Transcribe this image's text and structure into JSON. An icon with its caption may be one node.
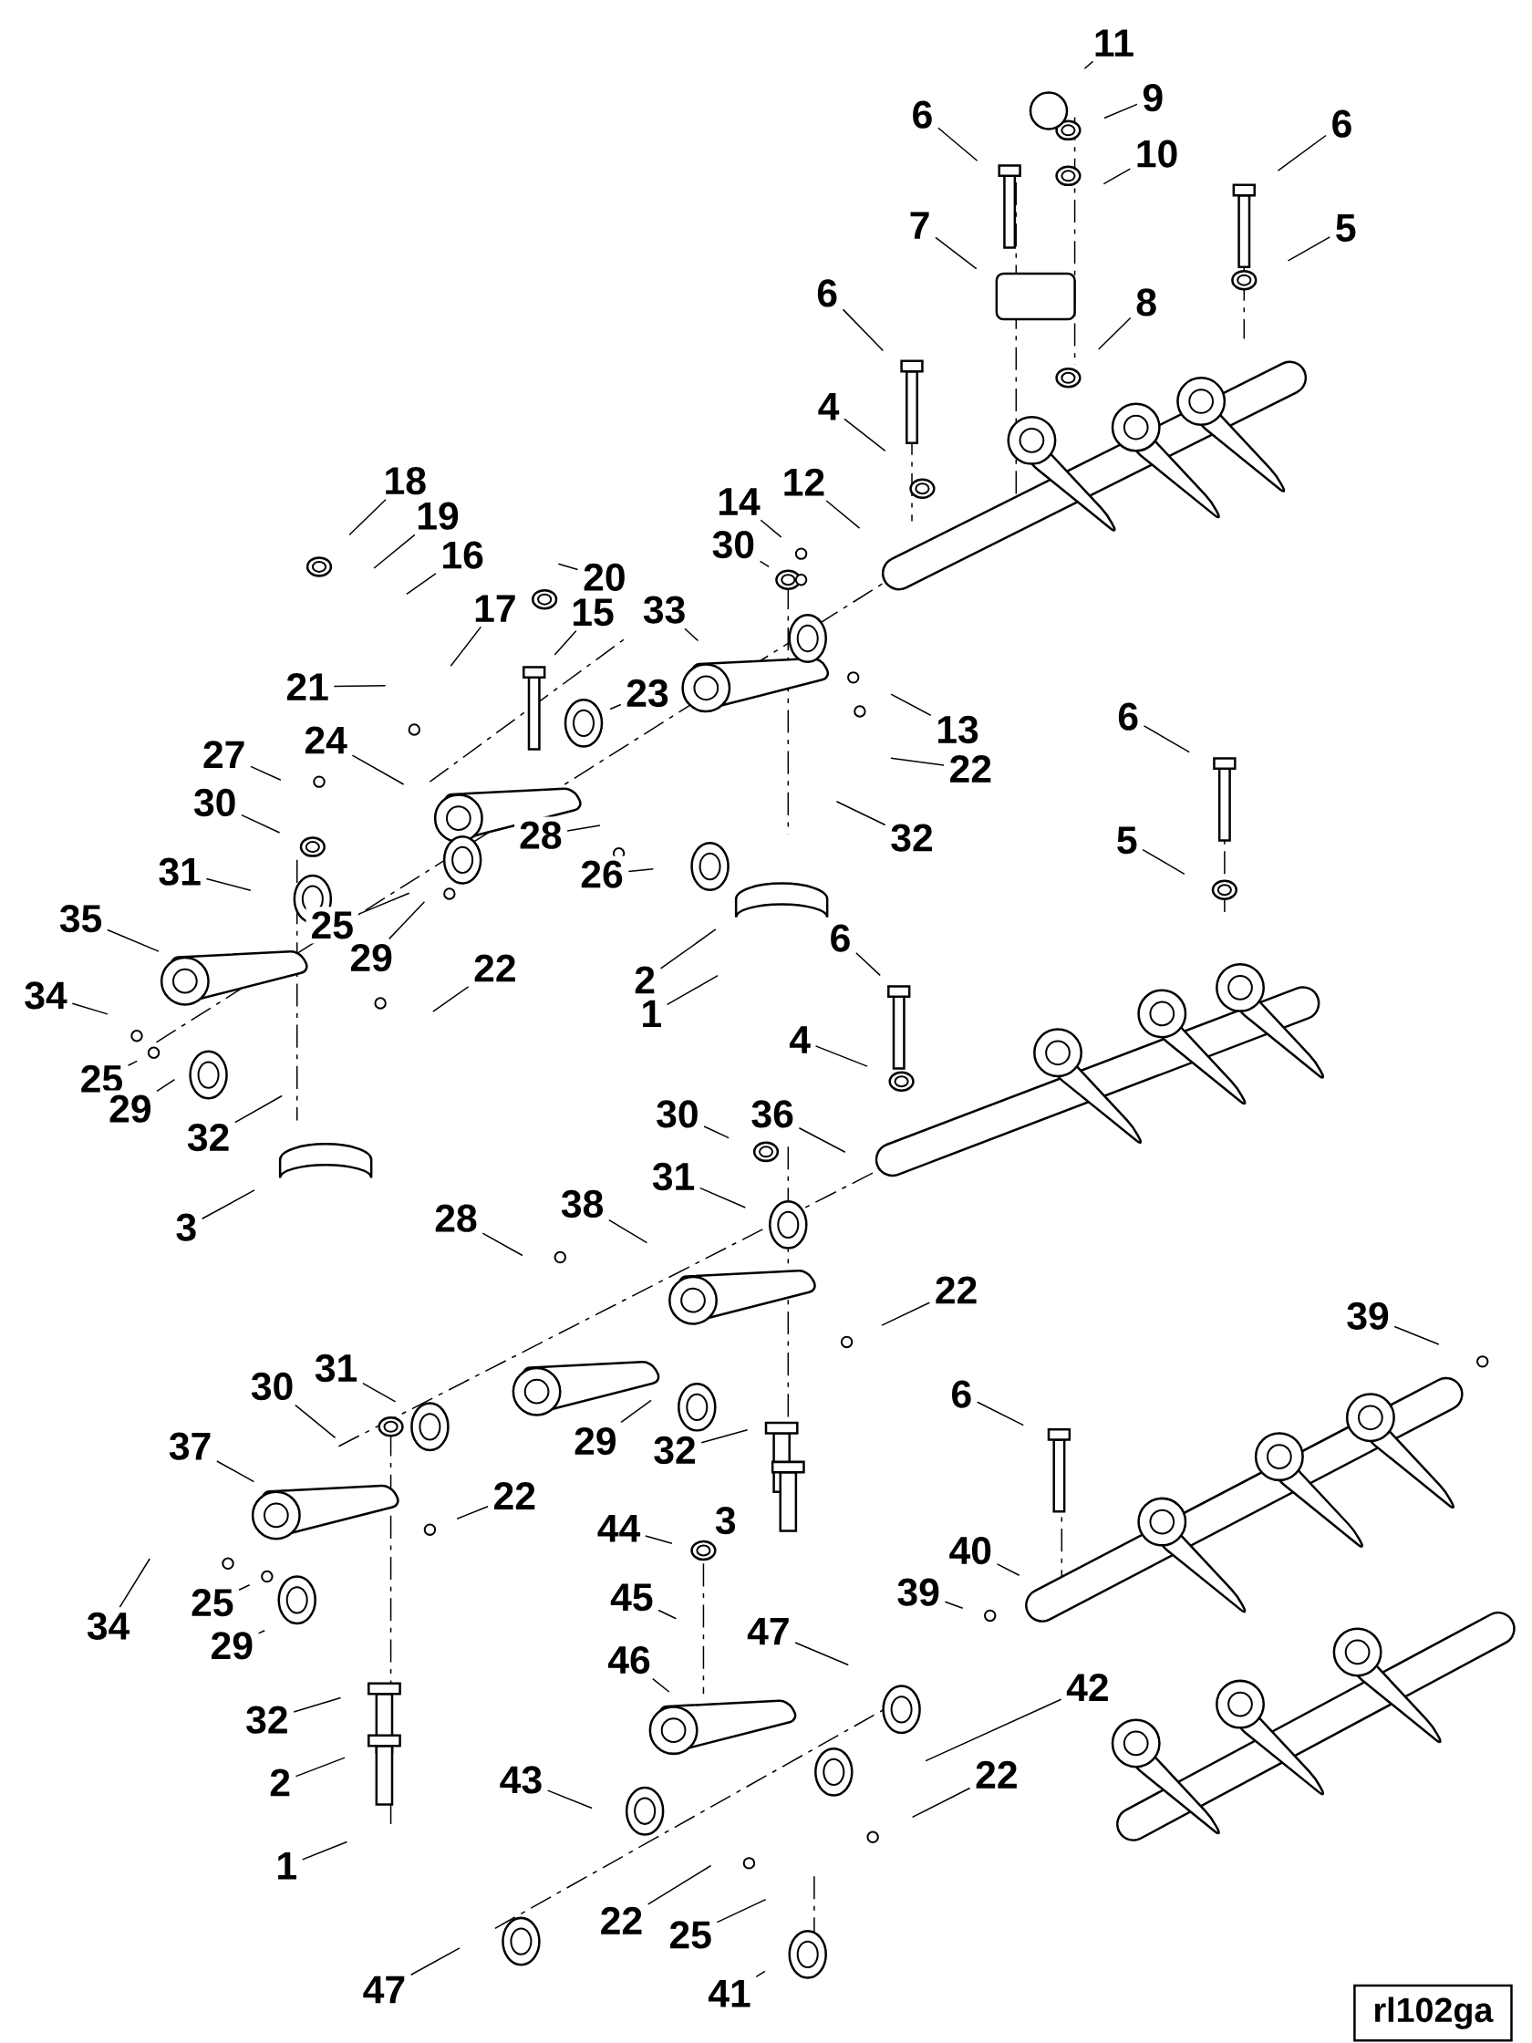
{
  "diagram": {
    "nodes": [
      {
        "text": [
          "11"
        ]
      },
      {
        "text": [
          "9"
        ]
      },
      {
        "text": [
          "10"
        ]
      },
      {
        "text": [
          "6"
        ]
      },
      {
        "text": [
          "7"
        ]
      },
      {
        "text": [
          "6"
        ]
      },
      {
        "text": [
          "5"
        ]
      },
      {
        "text": [
          "8"
        ]
      },
      {
        "text": [
          "6"
        ]
      },
      {
        "text": [
          "4"
        ]
      },
      {
        "text": [
          "14"
        ]
      },
      {
        "text": [
          "12"
        ]
      },
      {
        "text": [
          "30"
        ]
      },
      {
        "text": [
          "33"
        ]
      },
      {
        "text": [
          "13"
        ]
      },
      {
        "text": [
          "22"
        ]
      },
      {
        "text": [
          "18"
        ]
      },
      {
        "text": [
          "19"
        ]
      },
      {
        "text": [
          "16"
        ]
      },
      {
        "text": [
          "20"
        ]
      },
      {
        "text": [
          "17"
        ]
      },
      {
        "text": [
          "15"
        ]
      },
      {
        "text": [
          "21"
        ]
      },
      {
        "text": [
          "23"
        ]
      },
      {
        "text": [
          "27"
        ]
      },
      {
        "text": [
          "24"
        ]
      },
      {
        "text": [
          "30"
        ]
      },
      {
        "text": [
          "28"
        ]
      },
      {
        "text": [
          "32"
        ]
      },
      {
        "text": [
          "26"
        ]
      },
      {
        "text": [
          "31"
        ]
      },
      {
        "text": [
          "25"
        ]
      },
      {
        "text": [
          "29"
        ]
      },
      {
        "text": [
          "2"
        ]
      },
      {
        "text": [
          "35"
        ]
      },
      {
        "text": [
          "22"
        ]
      },
      {
        "text": [
          "6"
        ]
      },
      {
        "text": [
          "5"
        ]
      },
      {
        "text": [
          "6"
        ]
      },
      {
        "text": [
          "34"
        ]
      },
      {
        "text": [
          "1"
        ]
      },
      {
        "text": [
          "4"
        ]
      },
      {
        "text": [
          "25"
        ]
      },
      {
        "text": [
          "29"
        ]
      },
      {
        "text": [
          "32"
        ]
      },
      {
        "text": [
          "30"
        ]
      },
      {
        "text": [
          "36"
        ]
      },
      {
        "text": [
          "3"
        ]
      },
      {
        "text": [
          "31"
        ]
      },
      {
        "text": [
          "38"
        ]
      },
      {
        "text": [
          "28"
        ]
      },
      {
        "text": [
          "22"
        ]
      },
      {
        "text": [
          "39"
        ]
      },
      {
        "text": [
          "31"
        ]
      },
      {
        "text": [
          "30"
        ]
      },
      {
        "text": [
          "29"
        ]
      },
      {
        "text": [
          "6"
        ]
      },
      {
        "text": [
          "32"
        ]
      },
      {
        "text": [
          "37"
        ]
      },
      {
        "text": [
          "22"
        ]
      },
      {
        "text": [
          "40"
        ]
      },
      {
        "text": [
          "44"
        ]
      },
      {
        "text": [
          "34"
        ]
      },
      {
        "text": [
          "25"
        ]
      },
      {
        "text": [
          "29"
        ]
      },
      {
        "text": [
          "39"
        ]
      },
      {
        "text": [
          "45"
        ]
      },
      {
        "text": [
          "47"
        ]
      },
      {
        "text": [
          "46"
        ]
      },
      {
        "text": [
          "42"
        ]
      },
      {
        "text": [
          "32"
        ]
      },
      {
        "text": [
          "22"
        ]
      },
      {
        "text": [
          "43"
        ]
      },
      {
        "text": [
          "2"
        ]
      },
      {
        "text": [
          "1"
        ]
      },
      {
        "text": [
          "22"
        ]
      },
      {
        "text": [
          "25"
        ]
      },
      {
        "text": [
          "47"
        ]
      },
      {
        "text": [
          "41"
        ]
      }
    ],
    "edges": [
      {
        "from": 0,
        "to": null,
        "arrow": "none"
      },
      {
        "from": 1,
        "to": null,
        "arrow": "none"
      },
      {
        "from": 2,
        "to": null,
        "arrow": "none"
      },
      {
        "from": 3,
        "to": null,
        "arrow": "none"
      },
      {
        "from": 4,
        "to": null,
        "arrow": "none"
      },
      {
        "from": 5,
        "to": null,
        "arrow": "none"
      },
      {
        "from": 6,
        "to": null,
        "arrow": "none"
      },
      {
        "from": 7,
        "to": null,
        "arrow": "none"
      },
      {
        "from": 8,
        "to": null,
        "arrow": "none"
      },
      {
        "from": 9,
        "to": null,
        "arrow": "none"
      },
      {
        "from": 10,
        "to": null,
        "arrow": "none"
      },
      {
        "from": 11,
        "to": null,
        "arrow": "none"
      },
      {
        "from": 12,
        "to": null,
        "arrow": "none"
      },
      {
        "from": 13,
        "to": null,
        "arrow": "none"
      },
      {
        "from": 14,
        "to": null,
        "arrow": "none"
      },
      {
        "from": 15,
        "to": null,
        "arrow": "none"
      },
      {
        "from": 16,
        "to": null,
        "arrow": "none"
      },
      {
        "from": 17,
        "to": null,
        "arrow": "none"
      },
      {
        "from": 18,
        "to": null,
        "arrow": "none"
      },
      {
        "from": 19,
        "to": null,
        "arrow": "none"
      },
      {
        "from": 20,
        "to": null,
        "arrow": "none"
      },
      {
        "from": 21,
        "to": null,
        "arrow": "none"
      },
      {
        "from": 22,
        "to": null,
        "arrow": "none"
      },
      {
        "from": 23,
        "to": null,
        "arrow": "none"
      },
      {
        "from": 24,
        "to": null,
        "arrow": "none"
      },
      {
        "from": 25,
        "to": null,
        "arrow": "none"
      },
      {
        "from": 26,
        "to": null,
        "arrow": "none"
      },
      {
        "from": 27,
        "to": null,
        "arrow": "none"
      },
      {
        "from": 28,
        "to": null,
        "arrow": "none"
      },
      {
        "from": 29,
        "to": null,
        "arrow": "none"
      },
      {
        "from": 30,
        "to": null,
        "arrow": "none"
      },
      {
        "from": 31,
        "to": null,
        "arrow": "none"
      },
      {
        "from": 32,
        "to": null,
        "arrow": "none"
      },
      {
        "from": 33,
        "to": null,
        "arrow": "none"
      },
      {
        "from": 34,
        "to": null,
        "arrow": "none"
      },
      {
        "from": 35,
        "to": null,
        "arrow": "none"
      },
      {
        "from": 36,
        "to": null,
        "arrow": "none"
      },
      {
        "from": 37,
        "to": null,
        "arrow": "none"
      },
      {
        "from": 38,
        "to": null,
        "arrow": "none"
      },
      {
        "from": 39,
        "to": null,
        "arrow": "none"
      },
      {
        "from": 40,
        "to": null,
        "arrow": "none"
      },
      {
        "from": 41,
        "to": null,
        "arrow": "none"
      },
      {
        "from": 42,
        "to": null,
        "arrow": "none"
      },
      {
        "from": 43,
        "to": null,
        "arrow": "none"
      },
      {
        "from": 44,
        "to": null,
        "arrow": "none"
      },
      {
        "from": 45,
        "to": null,
        "arrow": "none"
      },
      {
        "from": 46,
        "to": null,
        "arrow": "none"
      },
      {
        "from": 47,
        "to": null,
        "arrow": "none"
      },
      {
        "from": 48,
        "to": null,
        "arrow": "none"
      },
      {
        "from": 49,
        "to": null,
        "arrow": "none"
      },
      {
        "from": 50,
        "to": null,
        "arrow": "none"
      },
      {
        "from": 51,
        "to": null,
        "arrow": "none"
      },
      {
        "from": 52,
        "to": null,
        "arrow": "none"
      },
      {
        "from": 53,
        "to": null,
        "arrow": "none"
      },
      {
        "from": 54,
        "to": null,
        "arrow": "none"
      },
      {
        "from": 55,
        "to": null,
        "arrow": "none"
      },
      {
        "from": 56,
        "to": null,
        "arrow": "none"
      },
      {
        "from": 57,
        "to": null,
        "arrow": "none"
      },
      {
        "from": 58,
        "to": null,
        "arrow": "none"
      },
      {
        "from": 59,
        "to": null,
        "arrow": "none"
      },
      {
        "from": 60,
        "to": null,
        "arrow": "none"
      },
      {
        "from": 61,
        "to": null,
        "arrow": "none"
      },
      {
        "from": 62,
        "to": null,
        "arrow": "none"
      },
      {
        "from": 63,
        "to": null,
        "arrow": "none"
      },
      {
        "from": 64,
        "to": null,
        "arrow": "none"
      },
      {
        "from": 65,
        "to": null,
        "arrow": "none"
      },
      {
        "from": 66,
        "to": null,
        "arrow": "none"
      },
      {
        "from": 67,
        "to": null,
        "arrow": "none"
      },
      {
        "from": 68,
        "to": null,
        "arrow": "none"
      },
      {
        "from": 69,
        "to": null,
        "arrow": "none"
      },
      {
        "from": 70,
        "to": null,
        "arrow": "none"
      },
      {
        "from": 71,
        "to": null,
        "arrow": "none"
      },
      {
        "from": 72,
        "to": null,
        "arrow": "none"
      },
      {
        "from": 73,
        "to": null,
        "arrow": "none"
      },
      {
        "from": 74,
        "to": null,
        "arrow": "none"
      },
      {
        "from": 75,
        "to": null,
        "arrow": "none"
      },
      {
        "from": 76,
        "to": null,
        "arrow": "none"
      },
      {
        "from": 77,
        "to": null,
        "arrow": "none"
      },
      {
        "from": 78,
        "to": null,
        "arrow": "none"
      }
    ],
    "labels": [
      "3",
      "rl102ga"
    ]
  }
}
